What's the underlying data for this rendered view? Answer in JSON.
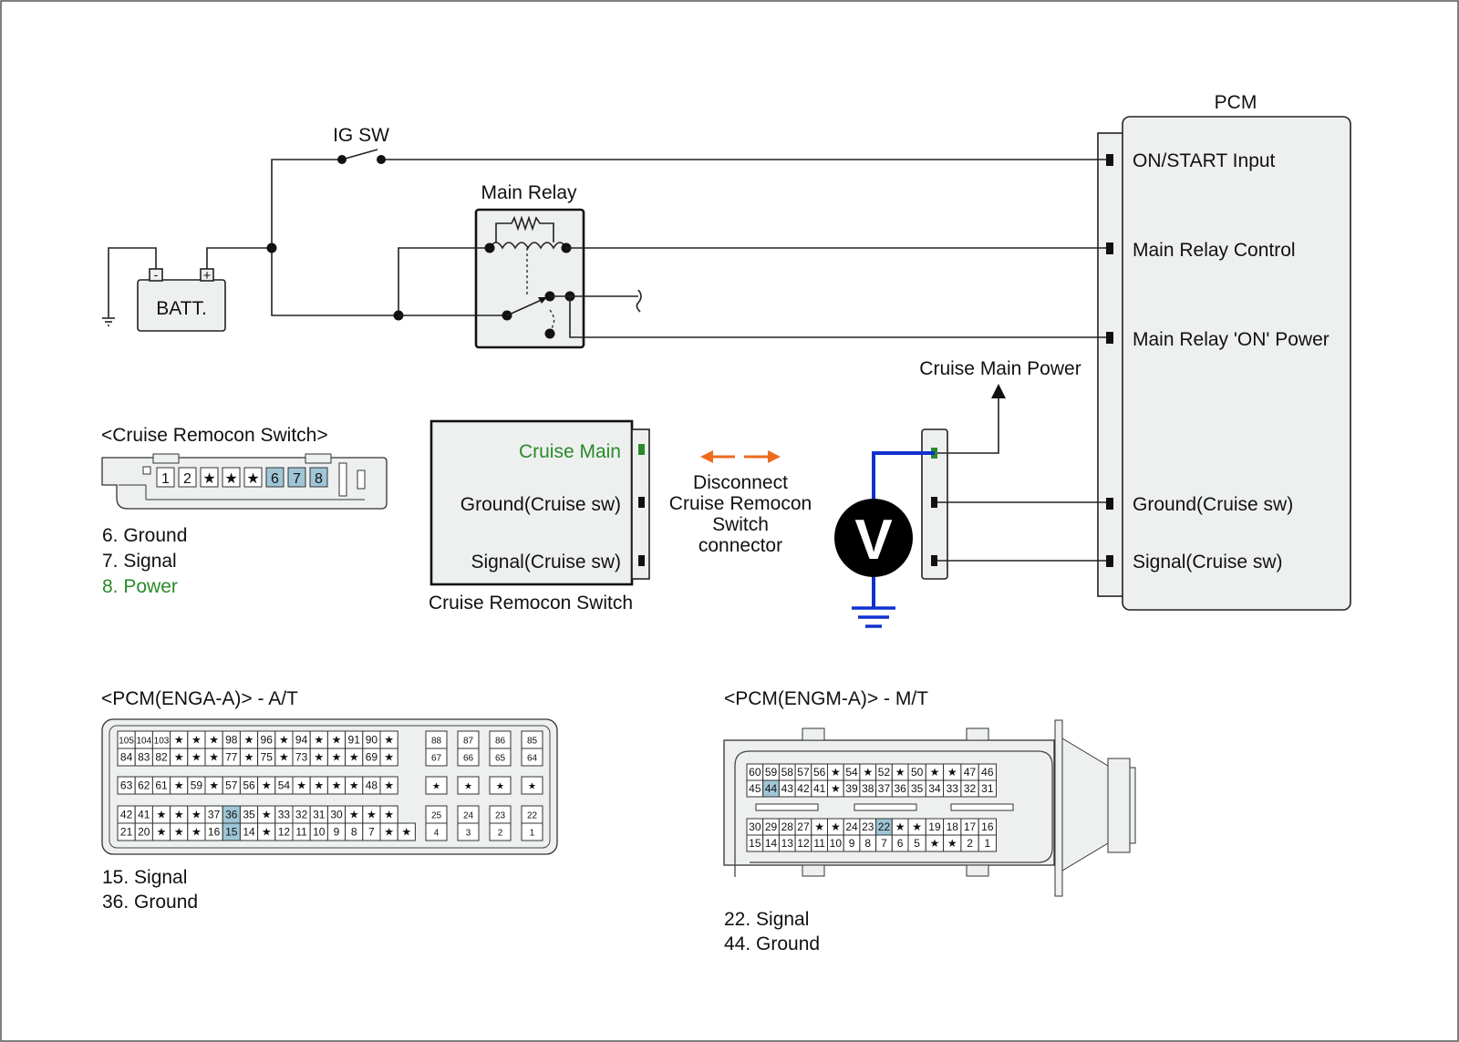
{
  "labels": {
    "pcm": "PCM",
    "ig_sw": "IG SW",
    "main_relay": "Main Relay",
    "batt": "BATT.",
    "batt_minus": "-",
    "batt_plus": "+",
    "on_start_input": "ON/START Input",
    "main_relay_control": "Main Relay Control",
    "main_relay_on_power": "Main Relay 'ON' Power",
    "cruise_main_power": "Cruise Main Power",
    "pcm_ground": "Ground(Cruise sw)",
    "pcm_signal": "Signal(Cruise sw)",
    "sw_cruise_main": "Cruise Main",
    "sw_ground": "Ground(Cruise sw)",
    "sw_signal": "Signal(Cruise sw)",
    "sw_box_caption": "Cruise Remocon Switch",
    "disconnect_line1": "Disconnect",
    "disconnect_line2": "Cruise Remocon",
    "disconnect_line3": "Switch",
    "disconnect_line4": "connector",
    "voltmeter": "V"
  },
  "cruise_connector": {
    "title": "<Cruise Remocon Switch>",
    "pins": [
      "1",
      "2",
      "★",
      "★",
      "★",
      "6",
      "7",
      "8"
    ],
    "notes": [
      "6. Ground",
      "7. Signal",
      "8. Power"
    ]
  },
  "engA": {
    "title": "<PCM(ENGA-A)> - A/T",
    "row1": [
      "105",
      "104",
      "103",
      "★",
      "★",
      "★",
      "98",
      "★",
      "96",
      "★",
      "94",
      "★",
      "★",
      "91",
      "90",
      "★"
    ],
    "row2": [
      "84",
      "83",
      "82",
      "★",
      "★",
      "★",
      "77",
      "★",
      "75",
      "★",
      "73",
      "★",
      "★",
      "★",
      "69",
      "★"
    ],
    "row3": [
      "63",
      "62",
      "61",
      "★",
      "59",
      "★",
      "57",
      "56",
      "★",
      "54",
      "★",
      "★",
      "★",
      "★",
      "48",
      "★"
    ],
    "row4": [
      "42",
      "41",
      "★",
      "★",
      "★",
      "37",
      "36",
      "35",
      "★",
      "33",
      "32",
      "31",
      "30",
      "★",
      "★",
      "★"
    ],
    "row5": [
      "21",
      "20",
      "★",
      "★",
      "★",
      "16",
      "15",
      "14",
      "★",
      "12",
      "11",
      "10",
      "9",
      "8",
      "7",
      "★",
      "★"
    ],
    "right1": [
      "88",
      "87",
      "86",
      "85"
    ],
    "right2": [
      "67",
      "66",
      "65",
      "64"
    ],
    "right3": [
      "★",
      "★",
      "★",
      "★"
    ],
    "right4": [
      "25",
      "24",
      "23",
      "22"
    ],
    "right5": [
      "4",
      "3",
      "2",
      "1"
    ],
    "notes": [
      "15. Signal",
      "36. Ground"
    ]
  },
  "engM": {
    "title": "<PCM(ENGM-A)> - M/T",
    "row1": [
      "60",
      "59",
      "58",
      "57",
      "56",
      "★",
      "54",
      "★",
      "52",
      "★",
      "50",
      "★",
      "★",
      "47",
      "46"
    ],
    "row2": [
      "45",
      "44",
      "43",
      "42",
      "41",
      "★",
      "39",
      "38",
      "37",
      "36",
      "35",
      "34",
      "33",
      "32",
      "31"
    ],
    "row3": [
      "30",
      "29",
      "28",
      "27",
      "★",
      "★",
      "24",
      "23",
      "22",
      "★",
      "★",
      "19",
      "18",
      "17",
      "16"
    ],
    "row4": [
      "15",
      "14",
      "13",
      "12",
      "11",
      "10",
      "9",
      "8",
      "7",
      "6",
      "5",
      "★",
      "★",
      "2",
      "1"
    ],
    "notes": [
      "22. Signal",
      "44. Ground"
    ]
  },
  "colors": {
    "highlight": "#9fc6d6",
    "power_green": "#2a8a2a",
    "probe_blue": "#1030d0",
    "arrow_orange": "#ee6a1f"
  }
}
